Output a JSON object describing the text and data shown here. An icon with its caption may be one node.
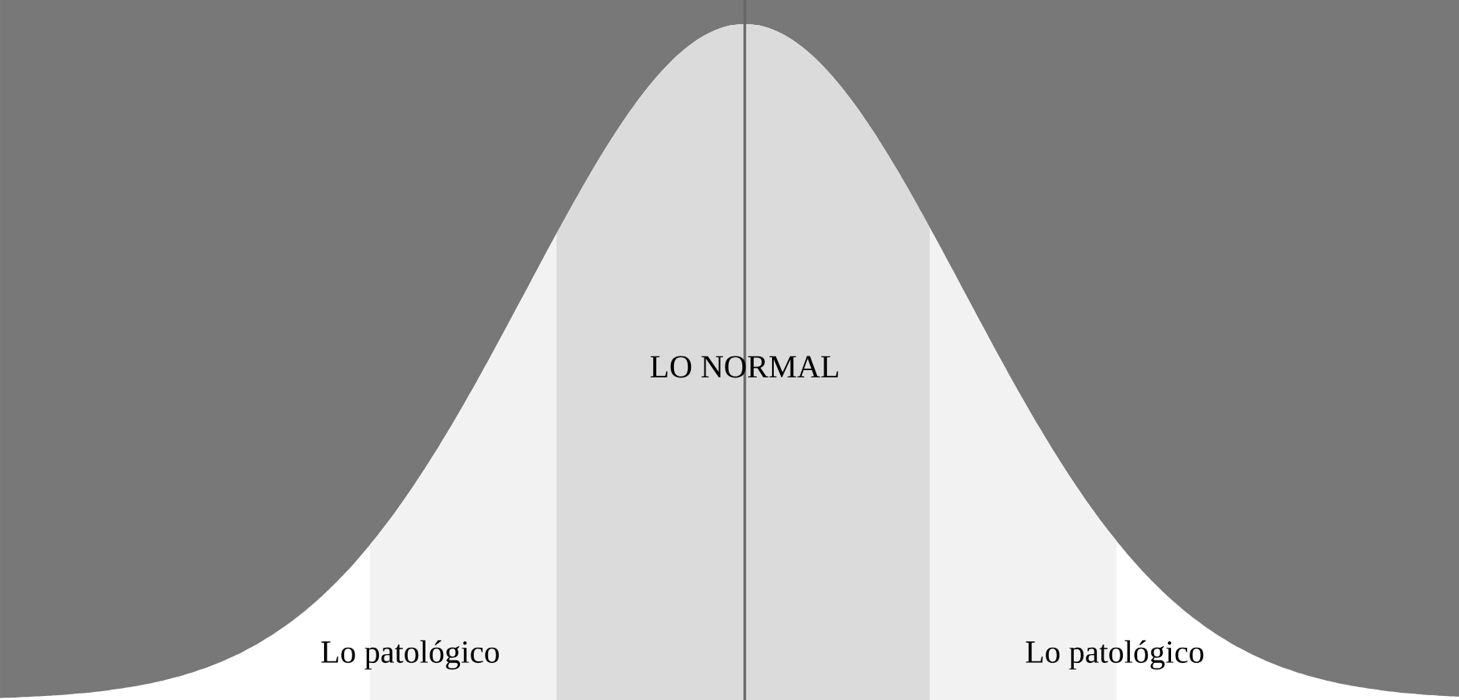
{
  "diagram": {
    "labels": [
      "LO NORMAL",
      "Lo patológico",
      "Lo patológico"
    ]
  }
}
